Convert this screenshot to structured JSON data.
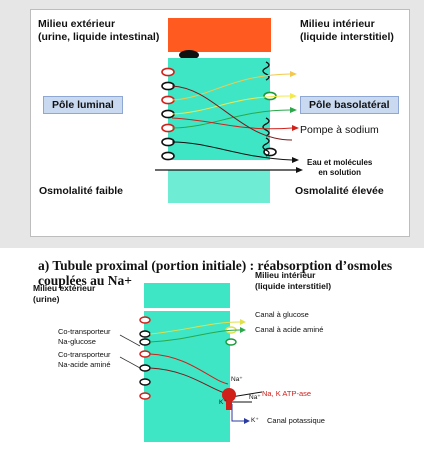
{
  "top": {
    "outer_left": "Milieu extérieur",
    "outer_left_sub": "(urine, liquide intestinal)",
    "inner_right": "Milieu intérieur",
    "inner_right_sub": "(liquide interstitiel)",
    "pole_luminal": "Pôle luminal",
    "pole_basolateral": "Pôle basolatéral",
    "pump": "Pompe à sodium",
    "water_line1": "Eau et molécules",
    "water_line2": "en solution",
    "osm_low": "Osmolalité faible",
    "osm_high": "Osmolalité élevée"
  },
  "caption_line1": "a) Tubule proximal (portion initiale) : réabsorption d’osmoles",
  "caption_line2": "couplées au Na+",
  "bottom": {
    "outer_left": "Milieu extérieur",
    "outer_left_sub": "(urine)",
    "inner_right": "Milieu intérieur",
    "inner_right_sub": "(liquide interstitiel)",
    "canal_glucose": "Canal à glucose",
    "canal_aa": "Canal à acide aminé",
    "co_gluc_1": "Co-transporteur",
    "co_gluc_2": "Na-glucose",
    "co_aa_1": "Co-transporteur",
    "co_aa_2": "Na-acide aminé",
    "na_plus": "Na⁺",
    "na_k_atpase": "Na, K ATP-ase",
    "na_plus_2": "Na⁺",
    "k_plus": "K⁺",
    "k_plus_2": "K⁺",
    "canal_potassique": "Canal potassique"
  },
  "colors": {
    "cell": "#3ee6c6",
    "tight_junction": "#ff5a1f",
    "pill": "#c9d9f0",
    "pump_red": "#d0201a"
  }
}
